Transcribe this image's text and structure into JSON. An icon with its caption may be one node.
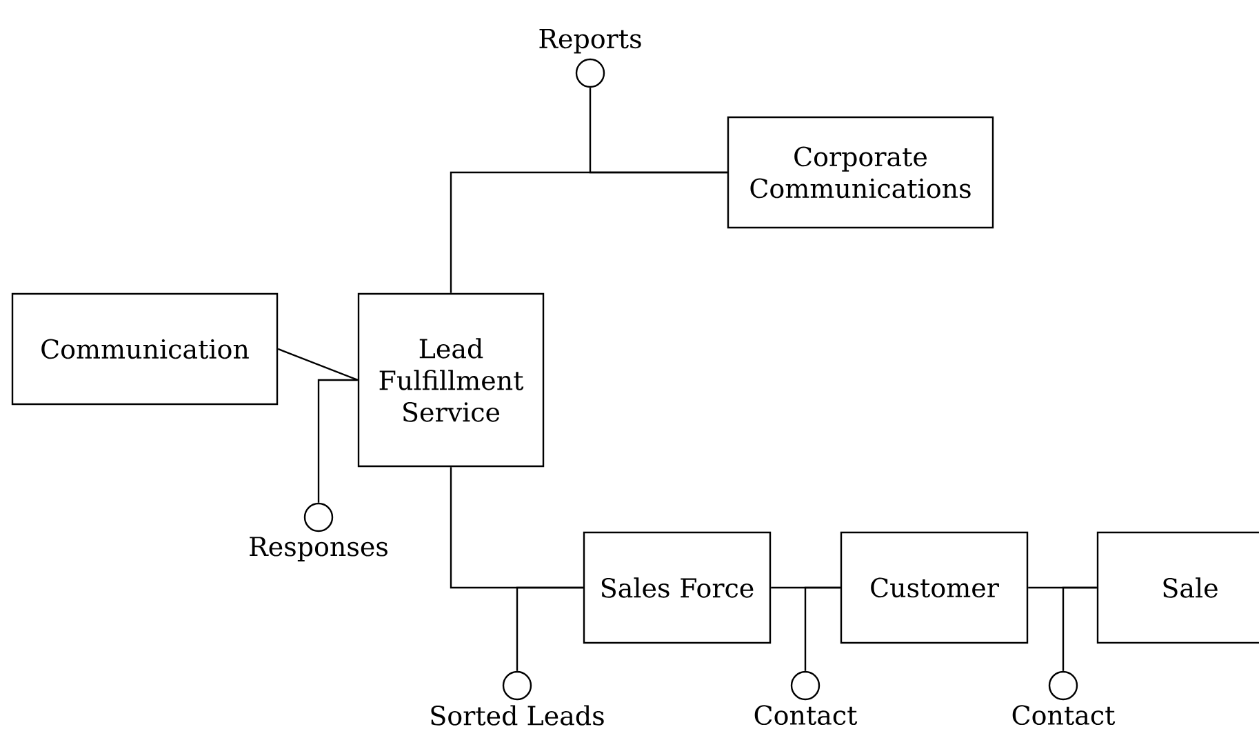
{
  "diagram": {
    "nodes": [
      {
        "text": [
          "Reports"
        ]
      },
      {
        "text": [
          "Corporate Communications"
        ]
      },
      {
        "text": [
          "Communication"
        ]
      },
      {
        "text": [
          "Lead Fulfillment Service"
        ]
      },
      {
        "text": [
          "Responses"
        ]
      },
      {
        "text": [
          "Sales Force"
        ]
      },
      {
        "text": [
          "Customer"
        ]
      },
      {
        "text": [
          "Sale"
        ]
      },
      {
        "text": [
          "Sorted Leads"
        ]
      },
      {
        "text": [
          "Contact"
        ]
      },
      {
        "text": [
          "Contact"
        ]
      }
    ],
    "edges": [
      {
        "from": 3,
        "to": 1,
        "arrow": "none"
      },
      {
        "from": 0,
        "to": 1,
        "arrow": "none"
      },
      {
        "from": 2,
        "to": 3,
        "arrow": "none"
      },
      {
        "from": 4,
        "to": 3,
        "arrow": "none"
      },
      {
        "from": 3,
        "to": 5,
        "arrow": "none"
      },
      {
        "from": 8,
        "to": 5,
        "arrow": "none"
      },
      {
        "from": 5,
        "to": 6,
        "arrow": "none"
      },
      {
        "from": 9,
        "to": 6,
        "arrow": "none"
      },
      {
        "from": 6,
        "to": 7,
        "arrow": "none"
      },
      {
        "from": 10,
        "to": 7,
        "arrow": "none"
      }
    ]
  }
}
